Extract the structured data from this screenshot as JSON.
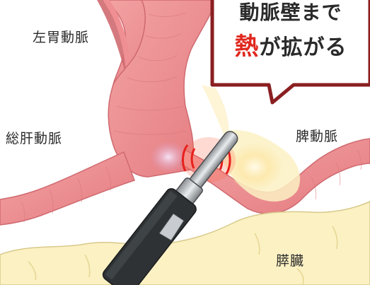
{
  "labels": {
    "left_gastric_artery": "左胃動脈",
    "common_hepatic_artery": "総肝動脈",
    "splenic_artery": "脾動脈",
    "pancreas": "膵臓"
  },
  "callout": {
    "line1": "動脈壁まで",
    "line2_highlight": "熱",
    "line2_rest": "が拡がる",
    "highlight_color": "#e0281e"
  },
  "colors": {
    "artery": "#ee8e90",
    "artery_dark": "#d8656b",
    "pancreas": "#fbf1c3",
    "heat": "#e8201c",
    "device_body": "#2f3234"
  }
}
